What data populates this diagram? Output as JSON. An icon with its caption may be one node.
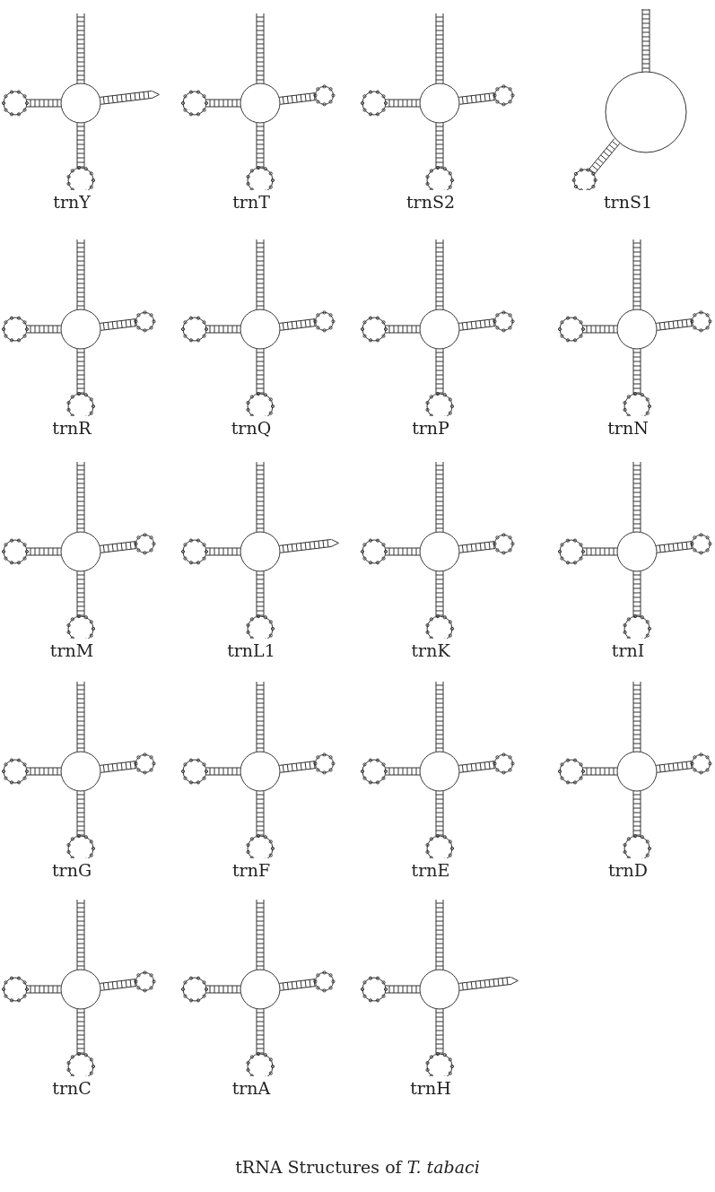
{
  "diagram": {
    "caption": "tRNA Structures of *T. tabaci*",
    "labels": [
      "trnY",
      "trnT",
      "trnS2",
      "trnS1",
      "trnR",
      "trnQ",
      "trnP",
      "trnN",
      "trnM",
      "trnL1",
      "trnK",
      "trnI",
      "trnG",
      "trnF",
      "trnE",
      "trnD",
      "trnC",
      "trnA",
      "trnH"
    ]
  }
}
